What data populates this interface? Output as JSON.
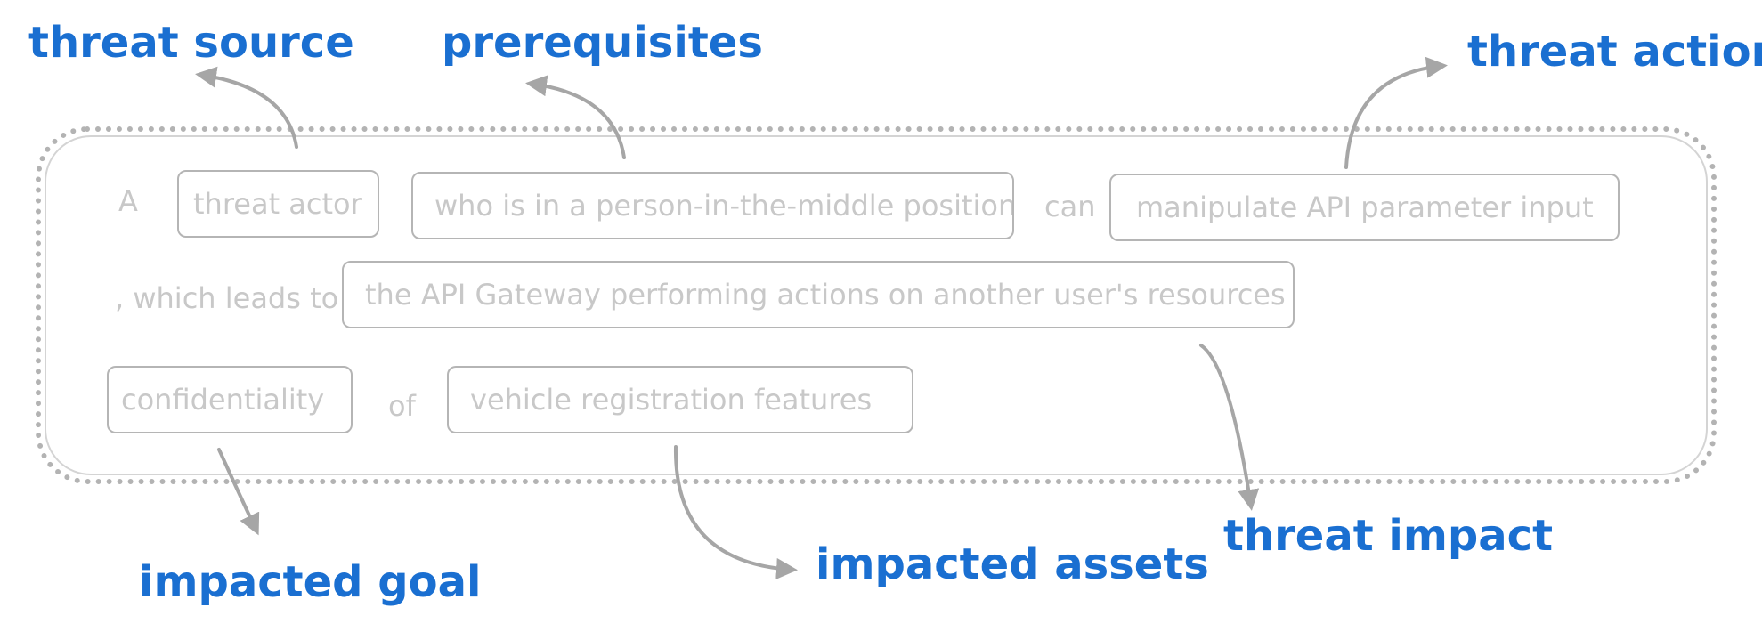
{
  "statement": {
    "connector_a": "A",
    "threat_actor": "threat actor",
    "prerequisites": "who is in a person-in-the-middle  position",
    "connector_can": "can",
    "threat_action": "manipulate API parameter  input",
    "connector_leads": ", which leads to",
    "threat_impact": "the API Gateway performing  actions on another user's resources",
    "impacted_goal": "confidentiality",
    "connector_of": "of",
    "impacted_assets": "vehicle registration  features"
  },
  "labels": {
    "threat_source": "threat source",
    "prerequisites": "prerequisites",
    "threat_action": "threat action",
    "threat_impact": "threat impact",
    "impacted_goal": "impacted goal",
    "impacted_assets": "impacted assets"
  },
  "colors": {
    "label": "#1a6fd1",
    "field_text": "#c8c8c8",
    "field_border": "#b5b5b5",
    "arrow": "#a6a6a6",
    "frame": "#b3b3b3"
  }
}
